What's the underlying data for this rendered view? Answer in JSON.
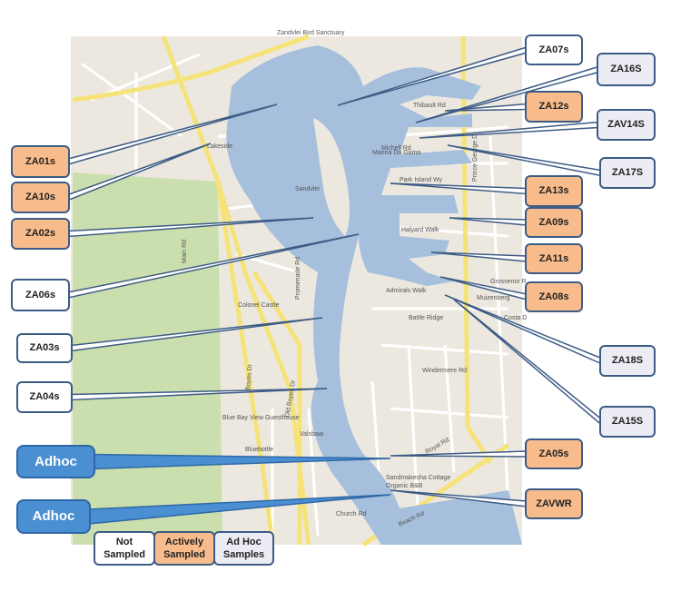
{
  "map": {
    "labels": {
      "sanctuary": "Zandvlei Bird Sanctuary",
      "lake": "Sandvlei",
      "marina": "Marina Da Gama",
      "muizenberg": "Muizenberg",
      "costa": "Costa D",
      "lakeside": "Lakeside",
      "main_rd": "Main Rd",
      "boyes_dr": "Boyes Dr",
      "old_boyes_dr": "Old Boyes Dr",
      "prince_george_dr": "Prince George Dr",
      "royal_rd": "Royal Rd",
      "beach_rd": "Beach Rd",
      "park_island_wy": "Park Island Wy",
      "halyard_walk": "Halyard Walk",
      "admirals_walk": "Admirals Walk",
      "battle_ridge": "Battle Ridge",
      "windermere_rd": "Windermere Rd",
      "church_rd": "Church Rd",
      "colonel_castle": "Colonel Castle",
      "blue_bay_view": "Blue Bay View Guesthouse",
      "valsbaai": "Valsbaai",
      "bluebottle": "Bluebottle",
      "sandmakesha": "Sandmakesha Cottage",
      "organic_bb": "Organic B&B",
      "michell_rd": "Michell Rd",
      "thibault_rd": "Thibault Rd",
      "promenade_rd": "Promenade Rd",
      "grosvenor": "Grosvenor R"
    },
    "colors": {
      "water": "#a5bfdd",
      "land": "#ece8df",
      "park": "#cbdfae",
      "road_major": "#f5e37a",
      "road_minor": "#ffffff"
    }
  },
  "sites": [
    {
      "label": "ZA07s",
      "status": "not_sampled"
    },
    {
      "label": "ZA16S",
      "status": "ad_hoc"
    },
    {
      "label": "ZA12s",
      "status": "active"
    },
    {
      "label": "ZAV14S",
      "status": "ad_hoc"
    },
    {
      "label": "ZA17S",
      "status": "ad_hoc"
    },
    {
      "label": "ZA13s",
      "status": "active"
    },
    {
      "label": "ZA09s",
      "status": "active"
    },
    {
      "label": "ZA11s",
      "status": "active"
    },
    {
      "label": "ZA08s",
      "status": "active"
    },
    {
      "label": "ZA18S",
      "status": "ad_hoc"
    },
    {
      "label": "ZA15S",
      "status": "ad_hoc"
    },
    {
      "label": "ZA05s",
      "status": "active"
    },
    {
      "label": "ZAVWR",
      "status": "active"
    },
    {
      "label": "ZA01s",
      "status": "active"
    },
    {
      "label": "ZA10s",
      "status": "active"
    },
    {
      "label": "ZA02s",
      "status": "active"
    },
    {
      "label": "ZA06s",
      "status": "not_sampled"
    },
    {
      "label": "ZA03s",
      "status": "not_sampled"
    },
    {
      "label": "ZA04s",
      "status": "not_sampled"
    },
    {
      "label": "Adhoc",
      "status": "adhoc_point"
    },
    {
      "label": "Adhoc",
      "status": "adhoc_point"
    }
  ],
  "legend": [
    {
      "label": "Not Sampled",
      "color": "#ffffff"
    },
    {
      "label": "Actively Sampled",
      "color": "#f8bc8c"
    },
    {
      "label": "Ad Hoc Samples",
      "color": "#ececf4"
    }
  ]
}
